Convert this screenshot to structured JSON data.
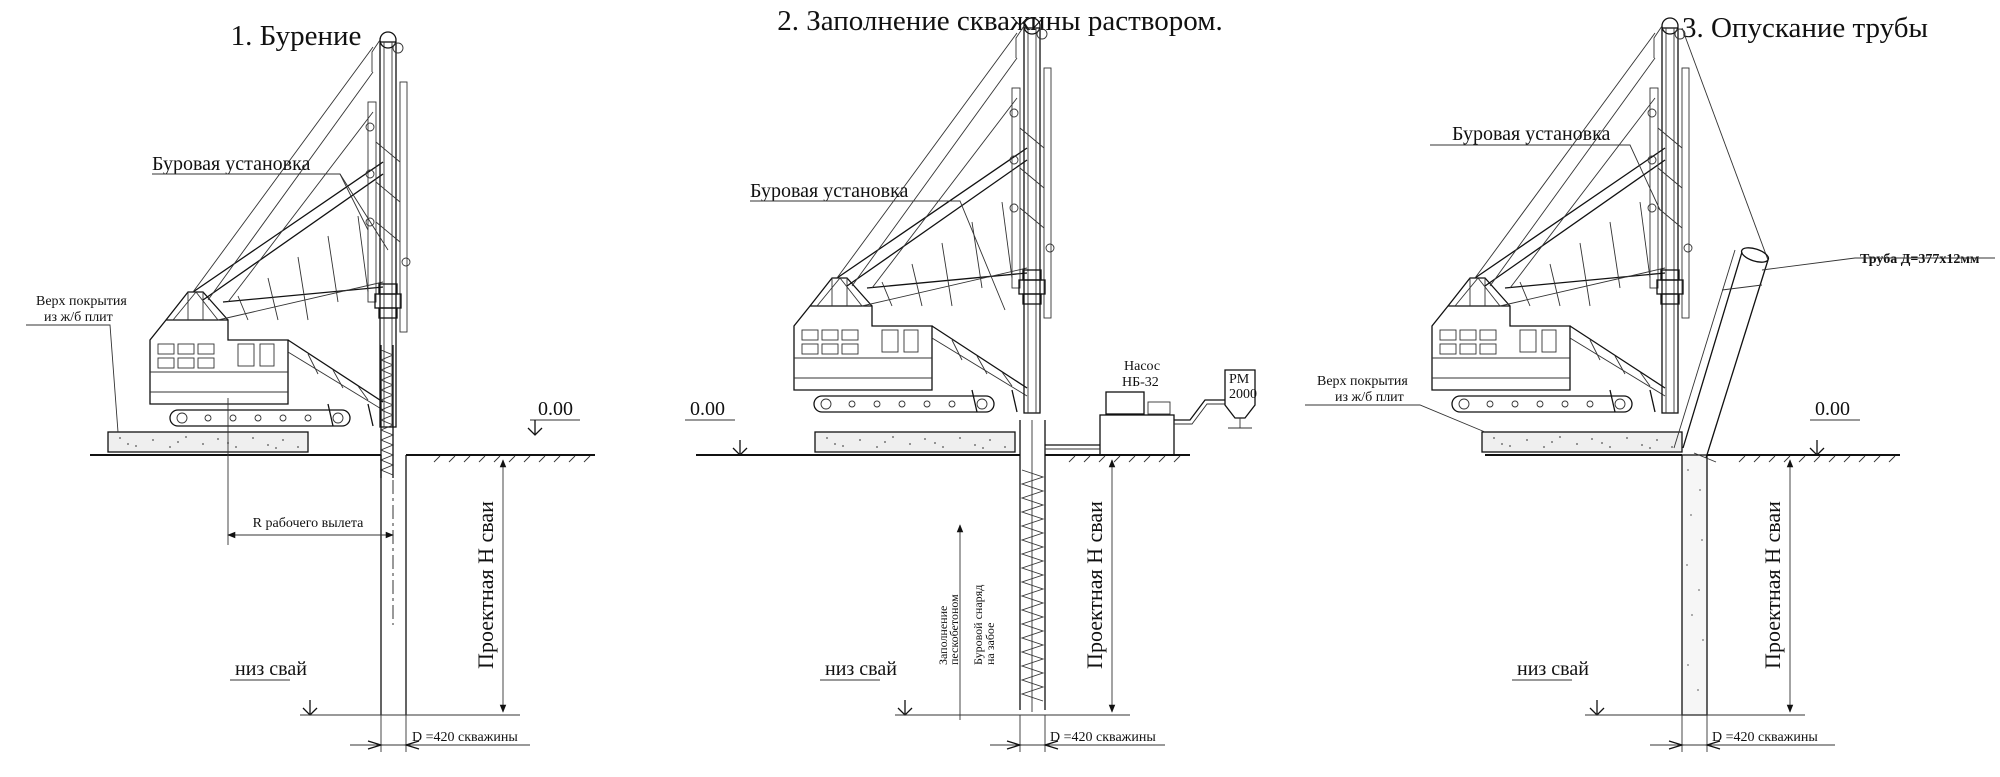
{
  "panels": [
    {
      "title": "1. Бурение",
      "rig_label": "Буровая установка",
      "slab_label_1": "Верх покрытия",
      "slab_label_2": "из ж/б плит",
      "level_top": "0.00",
      "radius_label": "R рабочего вылета",
      "pile_height": "Проектная Н сваи",
      "pile_bottom": "низ свай",
      "diameter": "D =420 скважины"
    },
    {
      "title": "2. Заполнение скважины раствором.",
      "rig_label": "Буровая установка",
      "level_top": "0.00",
      "pump_label_1": "Насос",
      "pump_label_2": "НБ-32",
      "mixer_label_1": "РМ",
      "mixer_label_2": "2000",
      "fill_note_1": "Заполнение",
      "fill_note_2": "пескобетоном",
      "fill_note_3": "Буровой снаряд",
      "fill_note_4": "на забое",
      "pile_height": "Проектная Н сваи",
      "pile_bottom": "низ свай",
      "diameter": "D =420 скважины"
    },
    {
      "title": "3. Опускание трубы",
      "rig_label": "Буровая установка",
      "pipe_label": "Труба Д=377х12мм",
      "slab_label_1": "Верх покрытия",
      "slab_label_2": "из ж/б плит",
      "level_top": "0.00",
      "pile_height": "Проектная Н сваи",
      "pile_bottom": "низ свай",
      "diameter": "D =420 скважины"
    }
  ]
}
